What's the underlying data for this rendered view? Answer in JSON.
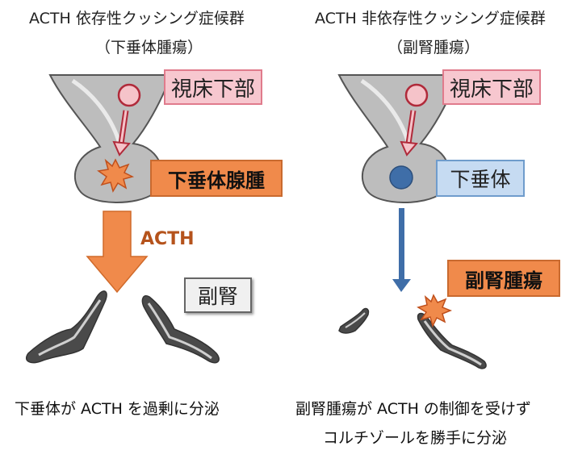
{
  "left": {
    "title": "ACTH 依存性クッシング症候群",
    "subtitle": "（下垂体腫瘍）",
    "hypothalamus": "視床下部",
    "tumor": "下垂体腺腫",
    "hormone": "ACTH",
    "adrenal": "副腎",
    "caption": "下垂体が ACTH を過剰に分泌"
  },
  "right": {
    "title": "ACTH 非依存性クッシング症候群",
    "subtitle": "（副腎腫瘍）",
    "hypothalamus": "視床下部",
    "pituitary": "下垂体",
    "tumor": "副腎腫瘍",
    "caption_line1": "副腎腫瘍が ACTH の制御を受けず",
    "caption_line2": "コルチゾールを勝手に分泌"
  },
  "colors": {
    "brain_fill": "#bdbdbd",
    "orange": "#f08a4b",
    "blue_arrow": "#3f6ea8",
    "pink": "#f7c7cf"
  }
}
